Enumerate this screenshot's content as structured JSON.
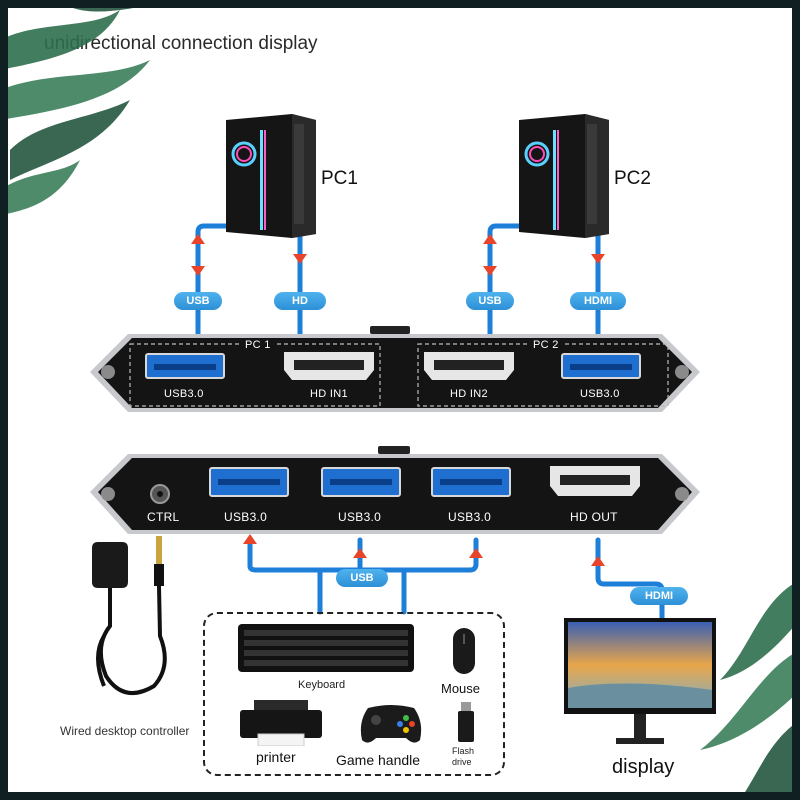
{
  "title": "unidirectional connection display",
  "pcs": [
    {
      "label": "PC1"
    },
    {
      "label": "PC2"
    }
  ],
  "cable_tags": {
    "pc1_usb": "USB",
    "pc1_hd": "HD",
    "pc2_usb": "USB",
    "pc2_hdmi": "HDMI",
    "usb_hub": "USB",
    "hdmi_out": "HDMI"
  },
  "switch_top": {
    "group1": "PC 1",
    "group2": "PC 2",
    "ports": [
      "USB3.0",
      "HD IN1",
      "HD IN2",
      "USB3.0"
    ]
  },
  "switch_bottom": {
    "ports": [
      "CTRL",
      "USB3.0",
      "USB3.0",
      "USB3.0",
      "HD OUT"
    ]
  },
  "peripherals": {
    "keyboard": "Keyboard",
    "mouse": "Mouse",
    "printer": "printer",
    "game_handle": "Game handle",
    "flash_drive": "Flash\ndrive"
  },
  "controller": "Wired desktop controller",
  "display": "display",
  "colors": {
    "cable": "#1e7fd8",
    "arrow": "#e8442b",
    "tag": "#3aa3e6",
    "device": "#141414"
  }
}
